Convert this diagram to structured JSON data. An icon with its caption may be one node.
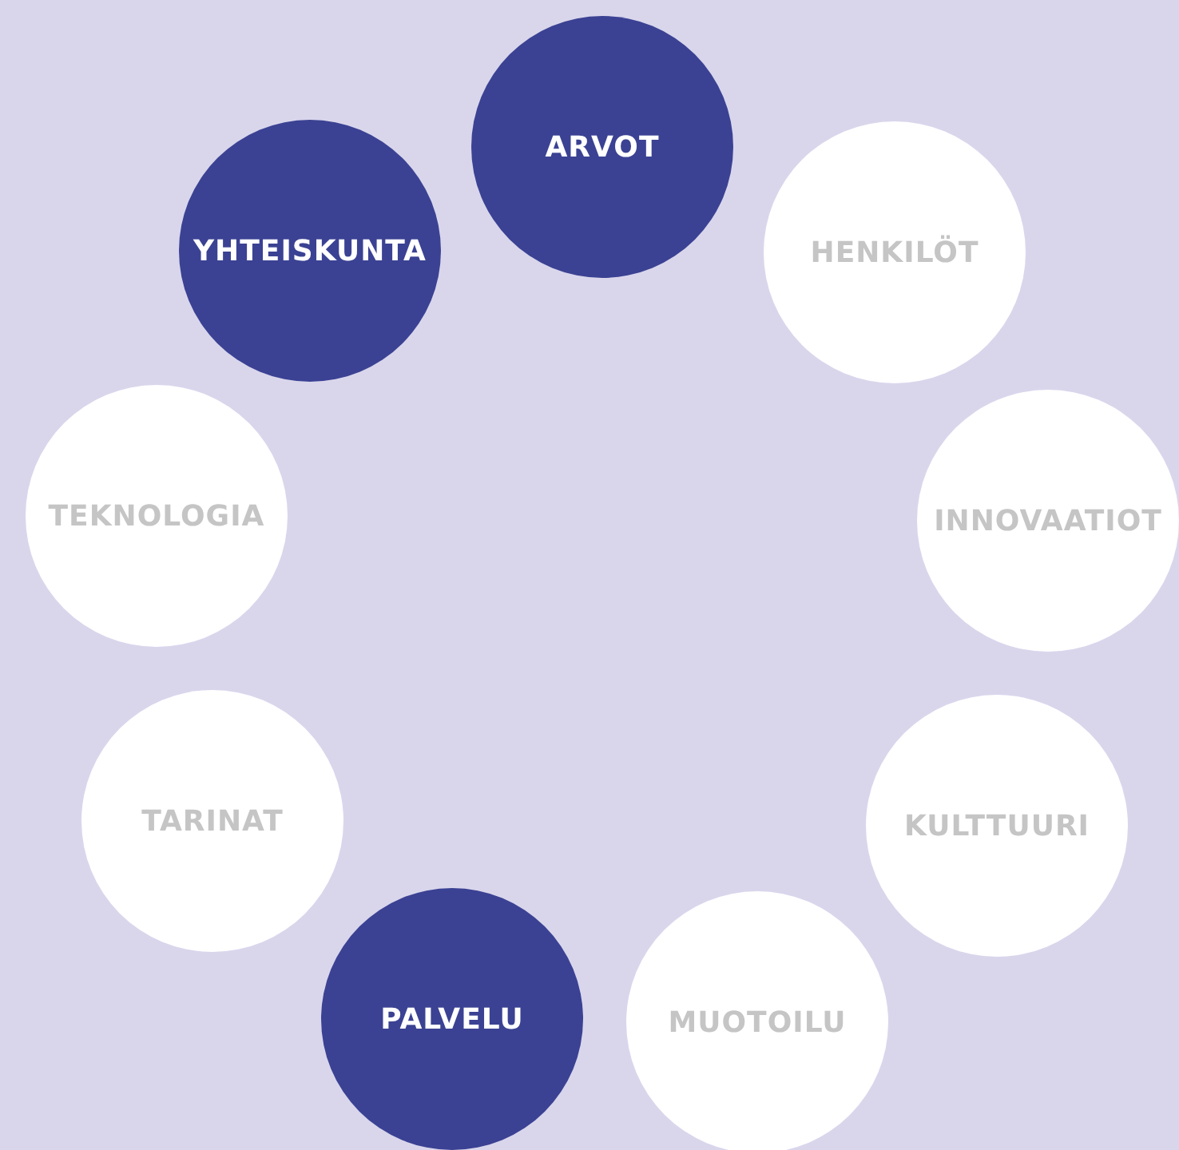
{
  "diagram": {
    "nodes": [
      {
        "text": [
          "ARVOT"
        ]
      },
      {
        "text": [
          "HENKILÖT"
        ]
      },
      {
        "text": [
          "INNOVAATIOT"
        ]
      },
      {
        "text": [
          "KULTTUURI"
        ]
      },
      {
        "text": [
          "MUOTOILU"
        ]
      },
      {
        "text": [
          "PALVELU"
        ]
      },
      {
        "text": [
          "TARINAT"
        ]
      },
      {
        "text": [
          "TEKNOLOGIA"
        ]
      },
      {
        "text": [
          "YHTEISKUNTA"
        ]
      }
    ]
  }
}
